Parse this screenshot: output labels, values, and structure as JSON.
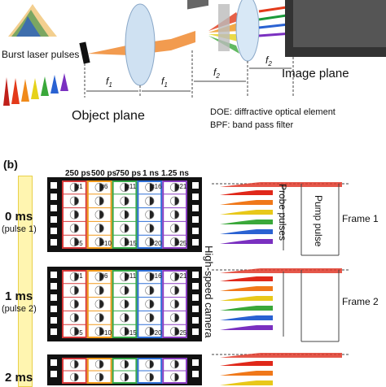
{
  "panel_a": {
    "burst_label": "Burst laser pulses",
    "object_plane": "Object plane",
    "image_plane": "Image plane",
    "f1": "f",
    "f1_sub": "1",
    "f2": "f",
    "f2_sub": "2",
    "legend_doe": "DOE: diffractive optical element",
    "legend_bpf": "BPF: band pass filter"
  },
  "panel_b": {
    "label": "(b)",
    "times": [
      "250 ps",
      "500 ps",
      "750 ps",
      "1 ns",
      "1.25 ns"
    ],
    "frames_time": [
      {
        "time": "0 ms",
        "pulse": "(pulse 1)"
      },
      {
        "time": "1 ms",
        "pulse": "(pulse 2)"
      },
      {
        "time": "2 ms",
        "pulse": ""
      }
    ],
    "camera_label": "High-speed camera",
    "probe_label": "Probe pulses",
    "pump_label": "Pump pulse",
    "frame_labels": [
      "Frame 1",
      "Frame 2"
    ],
    "cell_numbers_top": [
      "#1",
      "#6",
      "#11",
      "#16",
      "#21"
    ],
    "cell_numbers_bottom": [
      "#5",
      "#10",
      "#15",
      "#20",
      "#25"
    ],
    "column_colors": [
      "#d63a3a",
      "#f19a1c",
      "#36a84a",
      "#2f6fd6",
      "#8a3fc2"
    ]
  }
}
